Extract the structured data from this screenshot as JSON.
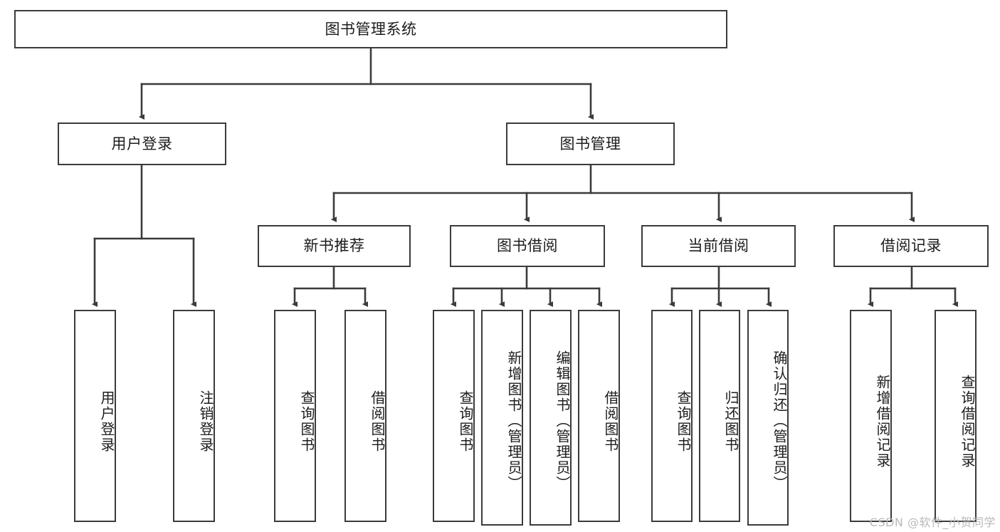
{
  "diagram": {
    "title": "图书管理系统",
    "root": {
      "label": "图书管理系统"
    },
    "level2": [
      {
        "label": "用户登录"
      },
      {
        "label": "图书管理"
      }
    ],
    "level3": [
      {
        "label": "新书推荐"
      },
      {
        "label": "图书借阅"
      },
      {
        "label": "当前借阅"
      },
      {
        "label": "借阅记录"
      }
    ],
    "leaves": {
      "user_login": [
        {
          "label": "用户登录"
        },
        {
          "label": "注销登录"
        }
      ],
      "new_book_recommend": [
        {
          "label": "查询图书"
        },
        {
          "label": "借阅图书"
        }
      ],
      "book_borrow": [
        {
          "label": "查询图书"
        },
        {
          "label": "新增图书（管理员）"
        },
        {
          "label": "编辑图书（管理员）"
        },
        {
          "label": "借阅图书"
        }
      ],
      "current_borrow": [
        {
          "label": "查询图书"
        },
        {
          "label": "归还图书"
        },
        {
          "label": "确认归还（管理员）"
        }
      ],
      "borrow_record": [
        {
          "label": "新增借阅记录"
        },
        {
          "label": "查询借阅记录"
        }
      ]
    }
  },
  "watermark": {
    "text": "CSDN @软件_小贺同学"
  },
  "colors": {
    "stroke": "#3b3b3b",
    "text": "#1c1c1c",
    "background": "#ffffff",
    "watermark": "#b9b9b9"
  }
}
